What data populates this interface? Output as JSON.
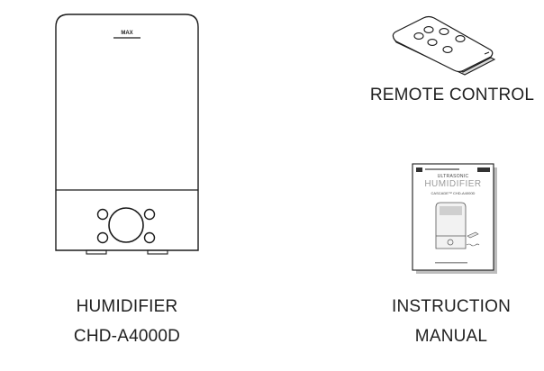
{
  "humidifier": {
    "max_label": "MAX",
    "caption_line1": "HUMIDIFIER",
    "caption_line2": "CHD-A4000D"
  },
  "remote": {
    "caption": "REMOTE CONTROL"
  },
  "manual": {
    "cover_kicker": "ULTRASONIC",
    "cover_title": "HUMIDIFIER",
    "cover_model": "CASCADE™ CHD-A4000D",
    "caption_line1": "INSTRUCTION",
    "caption_line2": "MANUAL"
  }
}
